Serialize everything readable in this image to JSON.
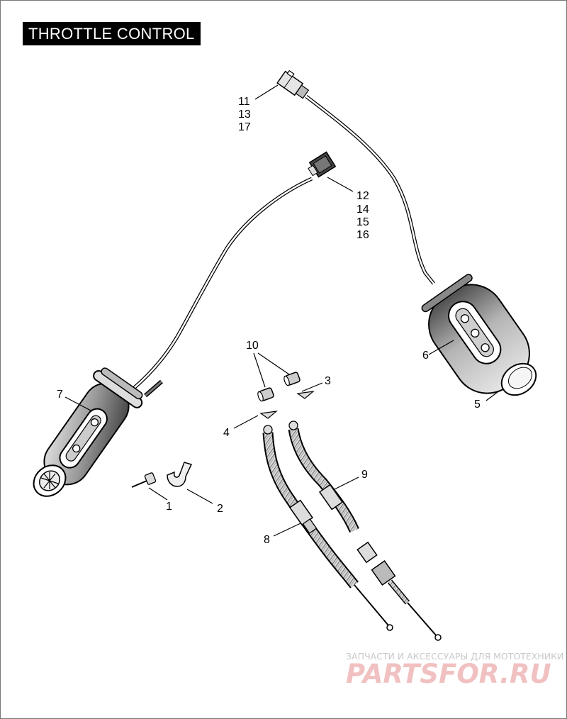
{
  "title": "THROTTLE CONTROL",
  "callouts": {
    "c1": "1",
    "c2": "2",
    "c3": "3",
    "c4": "4",
    "c5": "5",
    "c6": "6",
    "c7": "7",
    "c8": "8",
    "c9": "9",
    "c10": "10",
    "c11": "11",
    "c13": "13",
    "c17": "17",
    "c12": "12",
    "c14": "14",
    "c15": "15",
    "c16": "16"
  },
  "watermark": {
    "caption": "ЗАПЧАСТИ И АКСЕССУАРЫ ДЛЯ МОТОТЕХНИКИ",
    "brand": "PARTSFOR.RU"
  },
  "colors": {
    "title_bg": "#000000",
    "title_fg": "#ffffff",
    "brand": "#f1c1c1"
  }
}
